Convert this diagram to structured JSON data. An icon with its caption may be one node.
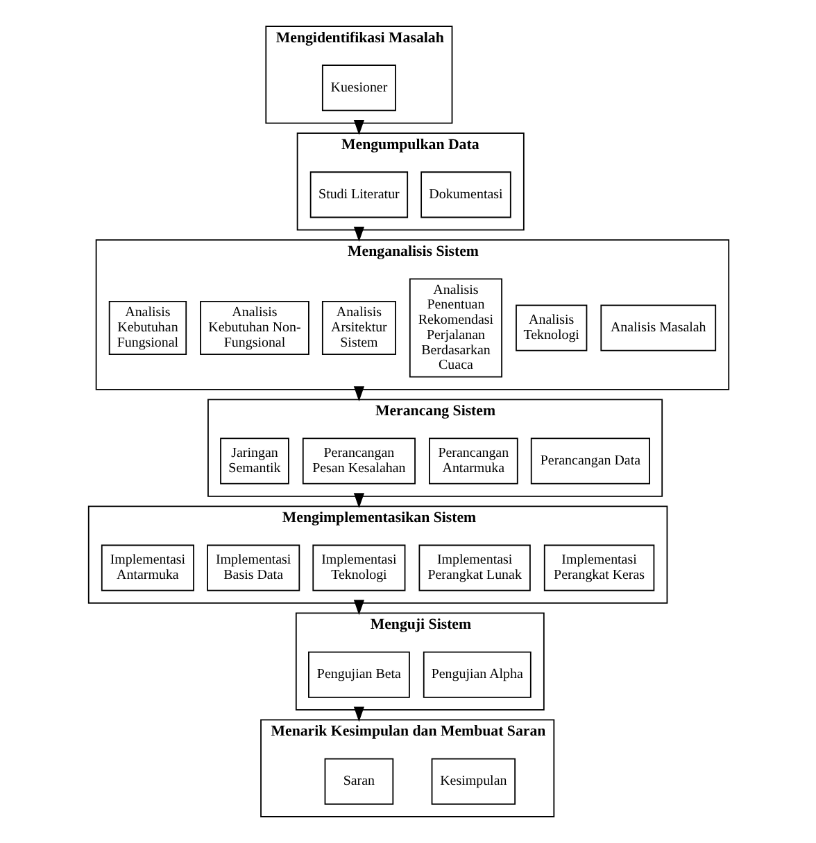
{
  "diagram": {
    "nodes": [
      {
        "text": [
          "Mengidentifikasi Masalah"
        ]
      },
      {
        "text": [
          "Kuesioner"
        ],
        "in": 0
      },
      {
        "text": [
          "Mengumpulkan Data"
        ]
      },
      {
        "text": [
          "Dokumentasi"
        ],
        "in": 2
      },
      {
        "text": [
          "Studi Literatur"
        ],
        "in": 2
      },
      {
        "text": [
          "Menganalisis Sistem"
        ]
      },
      {
        "text": [
          "Analisis Masalah"
        ],
        "in": 5
      },
      {
        "text": [
          "Analisis Teknologi"
        ],
        "in": 5
      },
      {
        "text": [
          "Analisis Penentuan Rekomendasi Perjalanan Berdasarkan Cuaca"
        ],
        "in": 5
      },
      {
        "text": [
          "Analisis Arsitektur Sistem"
        ],
        "in": 5
      },
      {
        "text": [
          "Analisis Kebutuhan Non-Fungsional"
        ],
        "in": 5
      },
      {
        "text": [
          "Analisis Kebutuhan Fungsional"
        ],
        "in": 5
      },
      {
        "text": [
          "Merancang Sistem"
        ]
      },
      {
        "text": [
          "Perancangan Data"
        ],
        "in": 12
      },
      {
        "text": [
          "Perancangan Antarmuka"
        ],
        "in": 12
      },
      {
        "text": [
          "Perancangan Pesan Kesalahan"
        ],
        "in": 12
      },
      {
        "text": [
          "Jaringan Semantik"
        ],
        "in": 12
      },
      {
        "text": [
          "Mengimplementasikan Sistem"
        ]
      },
      {
        "text": [
          "Implementasi Perangkat Keras"
        ],
        "in": 17
      },
      {
        "text": [
          "Implementasi Perangkat Lunak"
        ],
        "in": 17
      },
      {
        "text": [
          "Implementasi Teknologi"
        ],
        "in": 17
      },
      {
        "text": [
          "Implementasi Basis Data"
        ],
        "in": 17
      },
      {
        "text": [
          "Implementasi Antarmuka"
        ],
        "in": 17
      },
      {
        "text": [
          "Menguji Sistem"
        ]
      },
      {
        "text": [
          "Pengujian Alpha"
        ],
        "in": 23
      },
      {
        "text": [
          "Pengujian Beta"
        ],
        "in": 23
      },
      {
        "text": [
          "Menarik Kesimpulan dan Membuat Saran"
        ]
      },
      {
        "text": [
          "Kesimpulan"
        ],
        "in": 26
      },
      {
        "text": [
          "Saran"
        ],
        "in": 26
      }
    ],
    "edges": [
      {
        "from": 0,
        "to": 2,
        "arrow": "to"
      },
      {
        "from": 2,
        "to": 5,
        "arrow": "to"
      },
      {
        "from": 5,
        "to": 12,
        "arrow": "to"
      },
      {
        "from": 12,
        "to": 17,
        "arrow": "to"
      },
      {
        "from": 17,
        "to": 23,
        "arrow": "to"
      },
      {
        "from": 23,
        "to": 26,
        "arrow": "to"
      }
    ]
  }
}
